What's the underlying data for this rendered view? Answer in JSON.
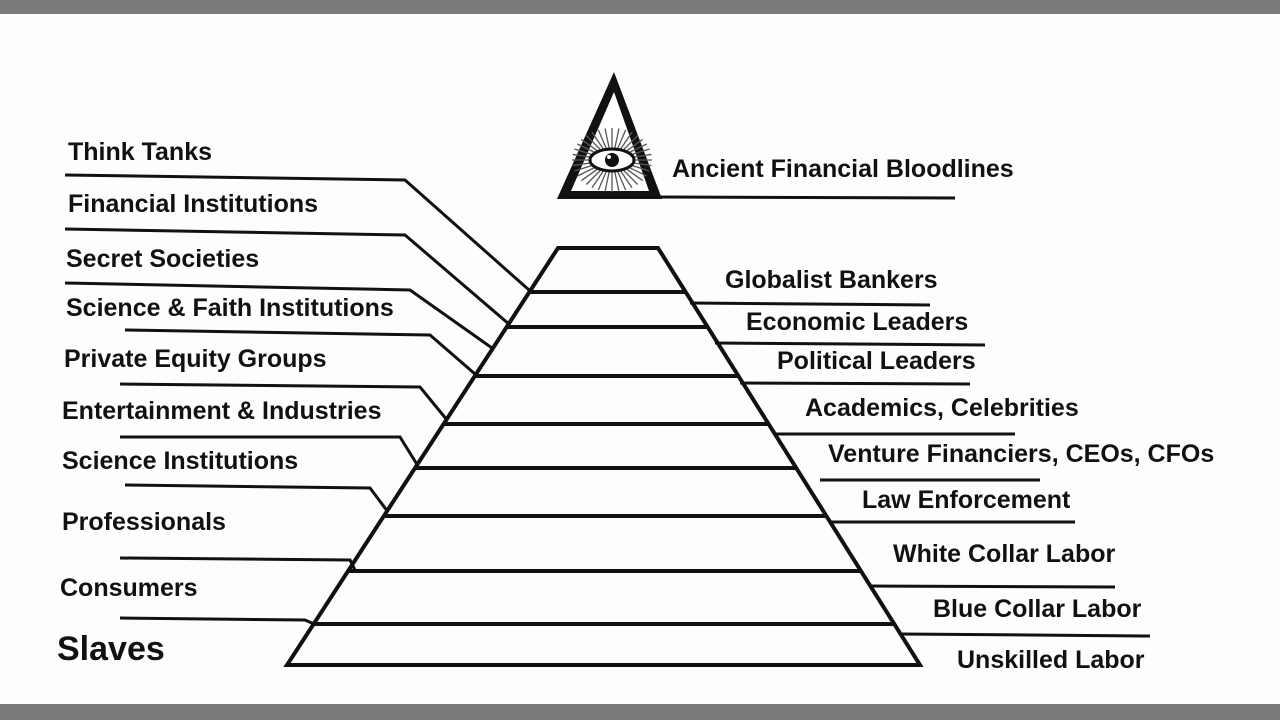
{
  "apex": {
    "label": "Ancient Financial Bloodlines",
    "icon": "all-seeing-eye-icon"
  },
  "left_labels": [
    "Think Tanks",
    "Financial Institutions",
    "Secret Societies",
    "Science & Faith Institutions",
    "Private Equity Groups",
    "Entertainment & Industries",
    "Science Institutions",
    "Professionals",
    "Consumers",
    "Slaves"
  ],
  "right_labels": [
    "Globalist Bankers",
    "Economic Leaders",
    "Political Leaders",
    "Academics, Celebrities",
    "Venture Financiers, CEOs, CFOs",
    "Law Enforcement",
    "White Collar Labor",
    "Blue Collar Labor",
    "Unskilled Labor"
  ]
}
